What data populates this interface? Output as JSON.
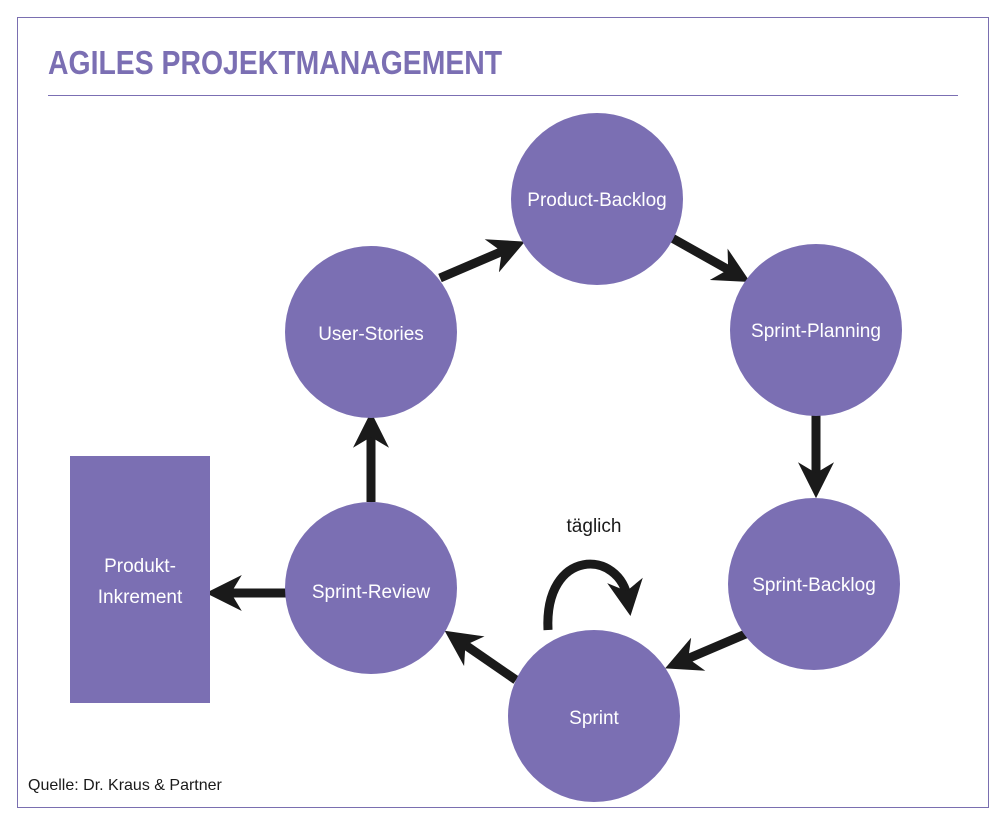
{
  "title": "AGILES PROJEKTMANAGEMENT",
  "colors": {
    "node_fill": "#7b6fb3",
    "frame": "#7a6fb0",
    "arrow": "#1a1a1a",
    "label_on_node": "#ffffff"
  },
  "nodes": {
    "product_backlog": "Product-Backlog",
    "sprint_planning": "Sprint-Planning",
    "sprint_backlog": "Sprint-Backlog",
    "sprint": "Sprint",
    "sprint_review": "Sprint-Review",
    "user_stories": "User-Stories",
    "produkt_inkrement_line1": "Produkt-",
    "produkt_inkrement_line2": "Inkrement"
  },
  "loop_label": "täglich",
  "source": "Quelle: Dr. Kraus & Partner"
}
